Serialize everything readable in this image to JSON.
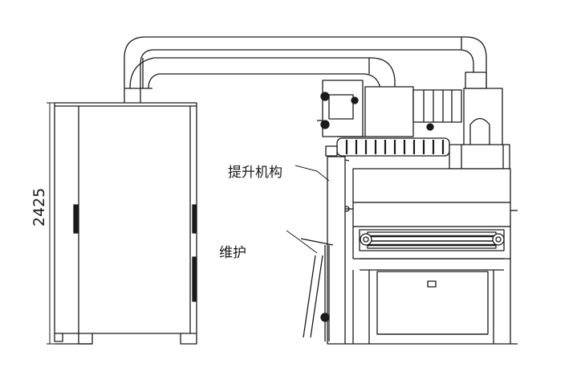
{
  "labels": {
    "lifting_mechanism": "提升机构",
    "maintenance": "维护"
  },
  "dimensions": {
    "height": "2425"
  },
  "colors": {
    "line": "#1a1a1a",
    "background": "#ffffff",
    "fill": "#ffffff"
  }
}
